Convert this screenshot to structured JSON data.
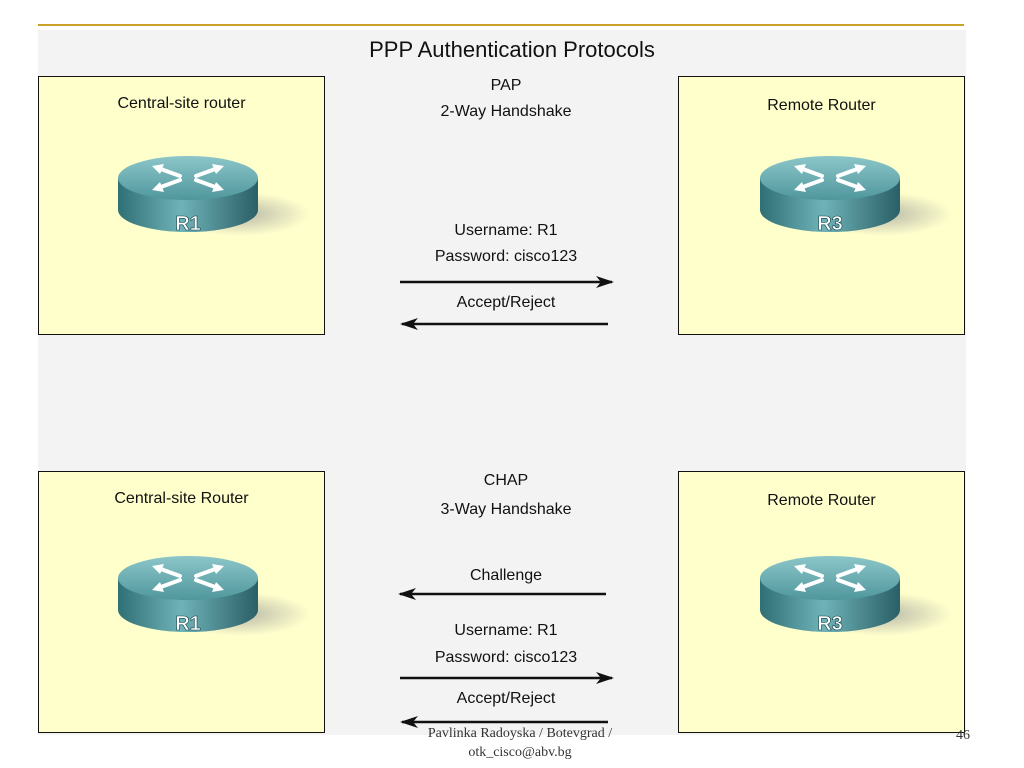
{
  "title": "PPP Authentication Protocols",
  "pap": {
    "name": "PAP",
    "handshake": "2-Way Handshake",
    "left_box_label": "Central-site router",
    "right_box_label": "Remote Router",
    "left_router": "R1",
    "right_router": "R3",
    "msg_username": "Username: R1",
    "msg_password": "Password: cisco123",
    "msg_accept": "Accept/Reject"
  },
  "chap": {
    "name": "CHAP",
    "handshake": "3-Way Handshake",
    "left_box_label": "Central-site Router",
    "right_box_label": "Remote Router",
    "left_router": "R1",
    "right_router": "R3",
    "msg_challenge": "Challenge",
    "msg_username": "Username: R1",
    "msg_password": "Password: cisco123",
    "msg_accept": "Accept/Reject"
  },
  "footer": {
    "line1": "Pavlinka Radoyska / Botevgrad /",
    "line2": "otk_cisco@abv.bg",
    "page_number": "46"
  },
  "colors": {
    "box_fill": "#ffffcc",
    "router_body": "#3a7f86",
    "accent_line": "#c9a227"
  }
}
